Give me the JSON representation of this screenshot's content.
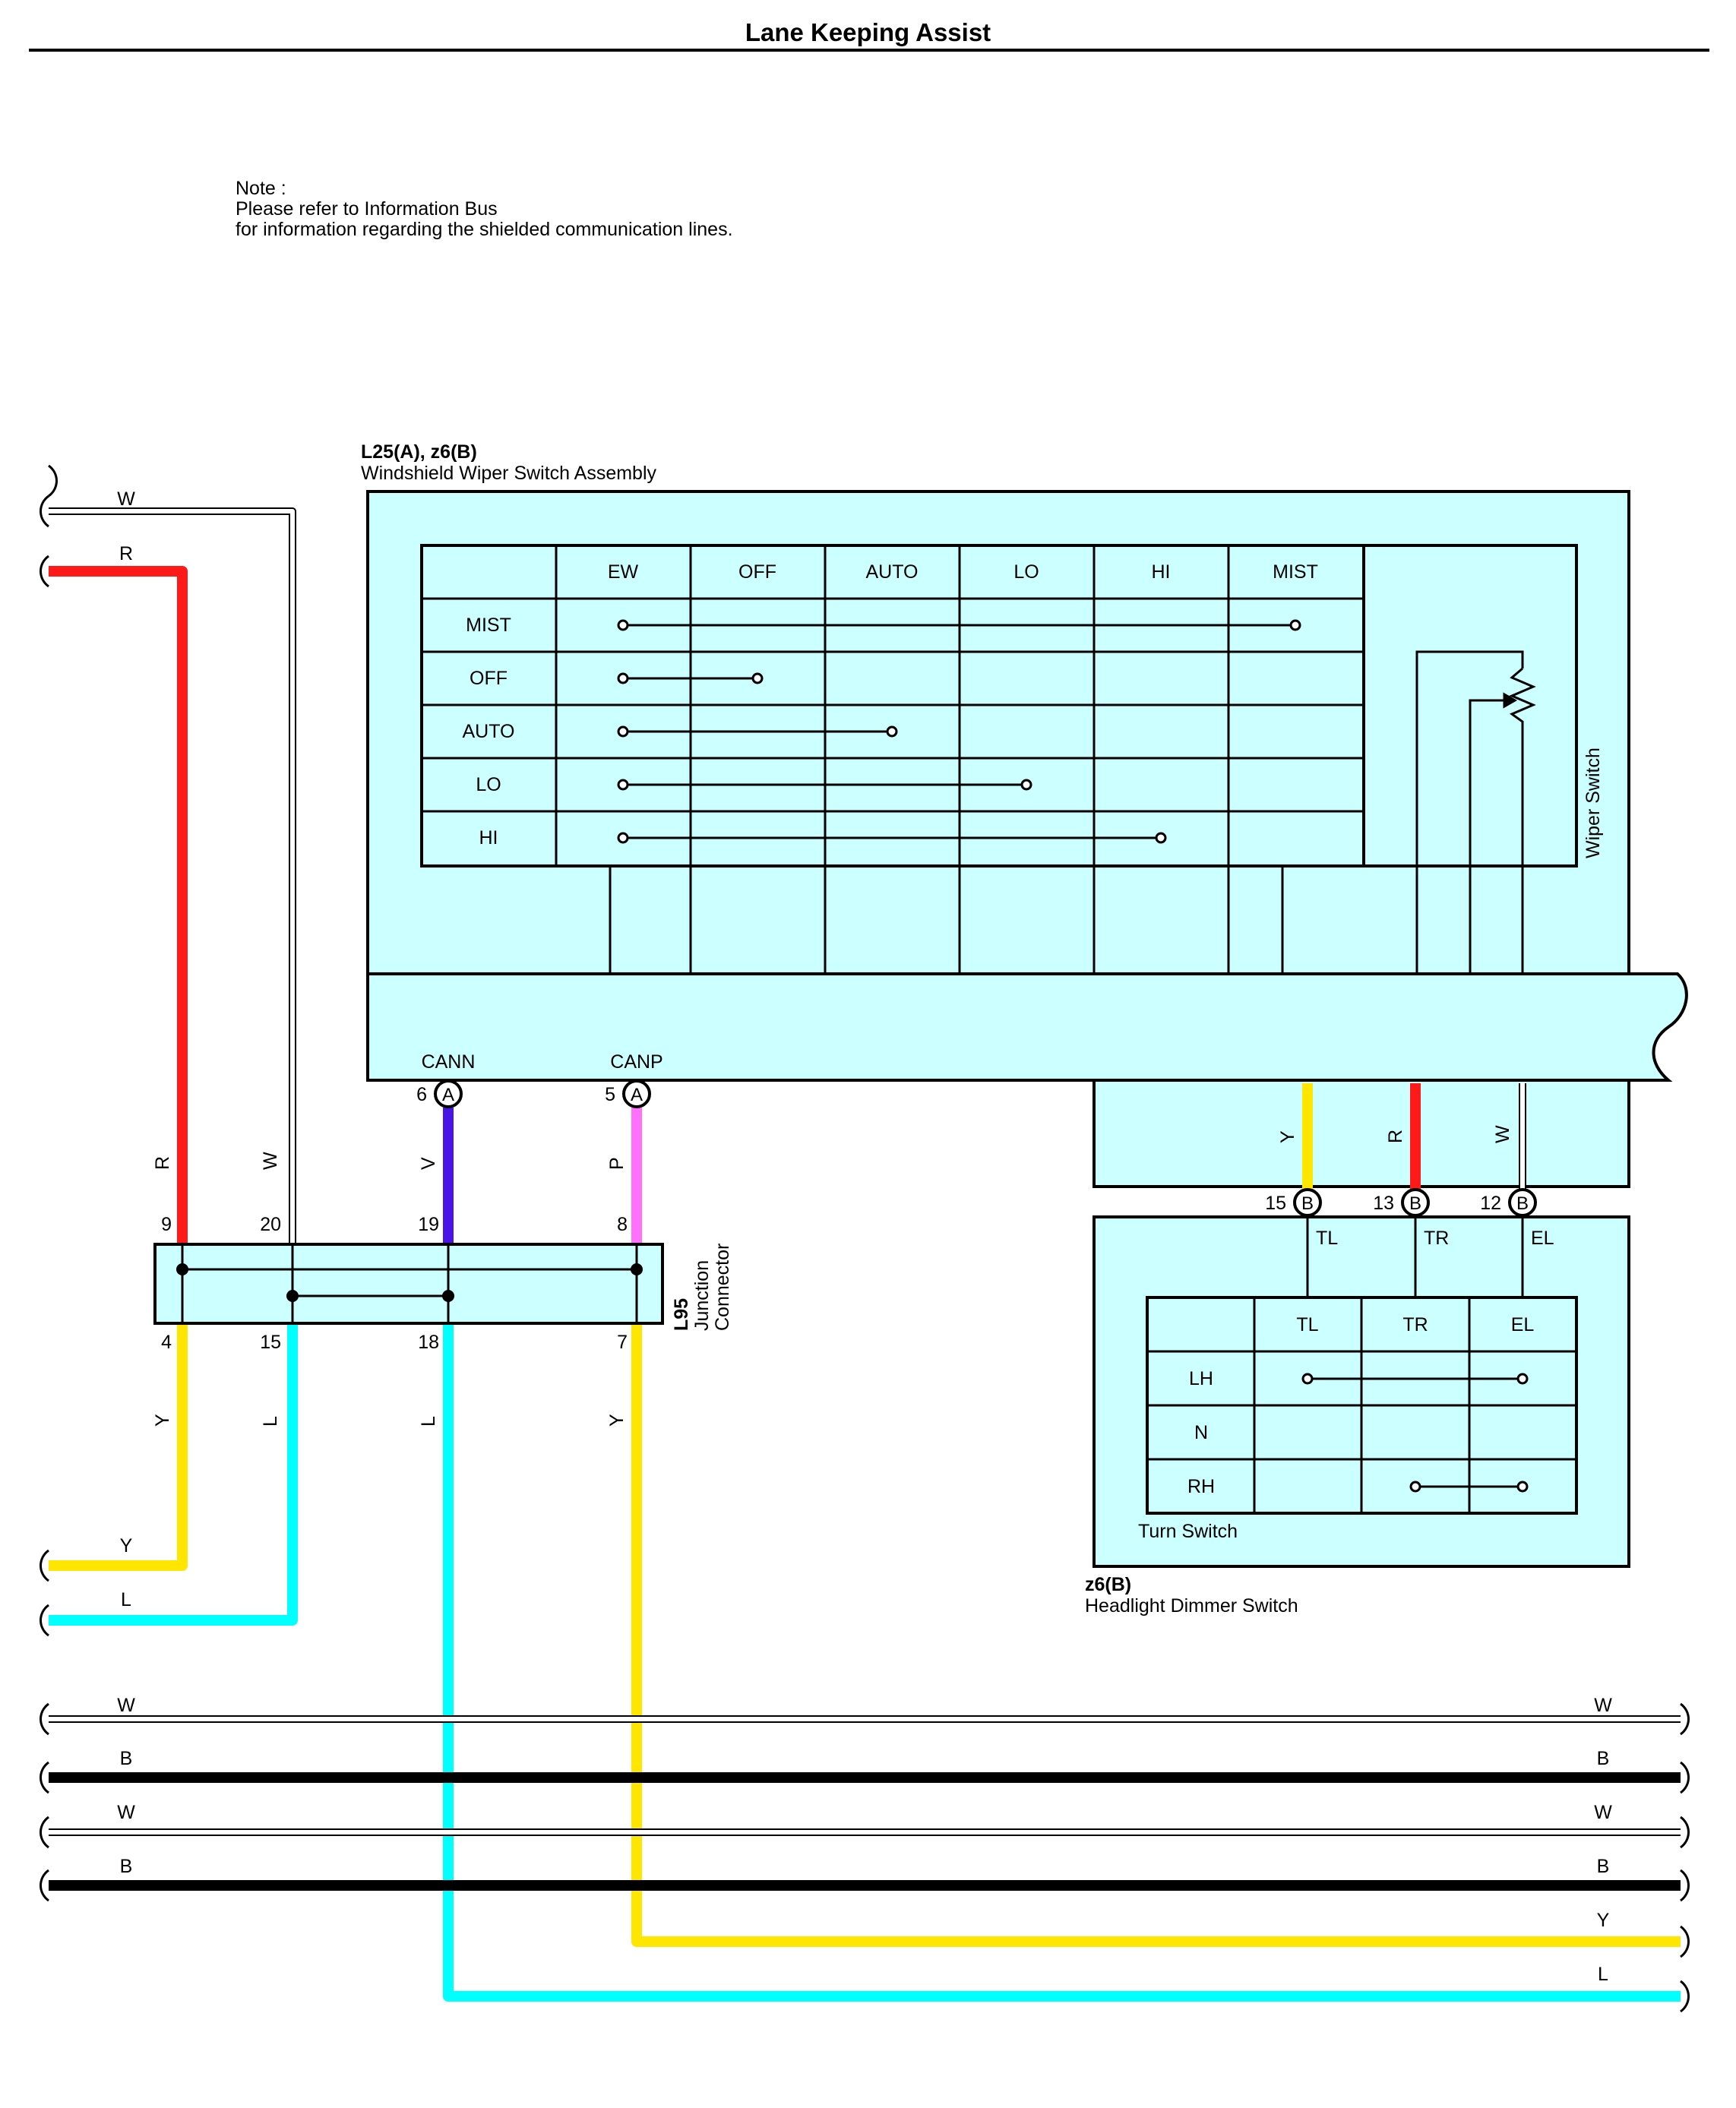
{
  "title": "Lane Keeping Assist",
  "note": {
    "label": "Note :",
    "line1": "Please refer to Information Bus",
    "line2": "for information regarding the shielded communication lines."
  },
  "colors": {
    "panel_fill": "#ccffff",
    "W": "#ffffff",
    "R": "#ff1a1a",
    "Y": "#ffe600",
    "L": "#00ffff",
    "B": "#000000",
    "V": "#4b14e6",
    "P": "#ff70ff"
  },
  "wiper_assembly": {
    "code": "L25(A), z6(B)",
    "name": "Windshield Wiper Switch Assembly",
    "switch_label": "Wiper Switch",
    "table": {
      "columns": [
        "EW",
        "OFF",
        "AUTO",
        "LO",
        "HI",
        "MIST"
      ],
      "rows": [
        "MIST",
        "OFF",
        "AUTO",
        "LO",
        "HI"
      ]
    },
    "pins": [
      {
        "num": "6",
        "conn": "A",
        "signal": "CANN",
        "wire": "V"
      },
      {
        "num": "5",
        "conn": "A",
        "signal": "CANP",
        "wire": "P"
      },
      {
        "num": "15",
        "conn": "B",
        "wire": "Y"
      },
      {
        "num": "13",
        "conn": "B",
        "wire": "R"
      },
      {
        "num": "12",
        "conn": "B",
        "wire": "W"
      }
    ]
  },
  "junction": {
    "code": "L95",
    "name_line1": "Junction",
    "name_line2": "Connector",
    "top_pins": [
      {
        "num": "9",
        "wire": "R"
      },
      {
        "num": "20",
        "wire": "W"
      },
      {
        "num": "19",
        "wire": "V"
      },
      {
        "num": "8",
        "wire": "P"
      }
    ],
    "bottom_pins": [
      {
        "num": "4",
        "wire": "Y"
      },
      {
        "num": "15",
        "wire": "L"
      },
      {
        "num": "18",
        "wire": "L"
      },
      {
        "num": "7",
        "wire": "Y"
      }
    ]
  },
  "dimmer": {
    "code": "z6(B)",
    "name": "Headlight Dimmer Switch",
    "turn_label": "Turn Switch",
    "terminals": [
      "TL",
      "TR",
      "EL"
    ],
    "table": {
      "columns": [
        "TL",
        "TR",
        "EL"
      ],
      "rows": [
        "LH",
        "N",
        "RH"
      ]
    }
  },
  "left_wires": [
    "W",
    "R",
    "Y",
    "L"
  ],
  "bus_wires": [
    "W",
    "B",
    "W",
    "B",
    "Y",
    "L"
  ]
}
